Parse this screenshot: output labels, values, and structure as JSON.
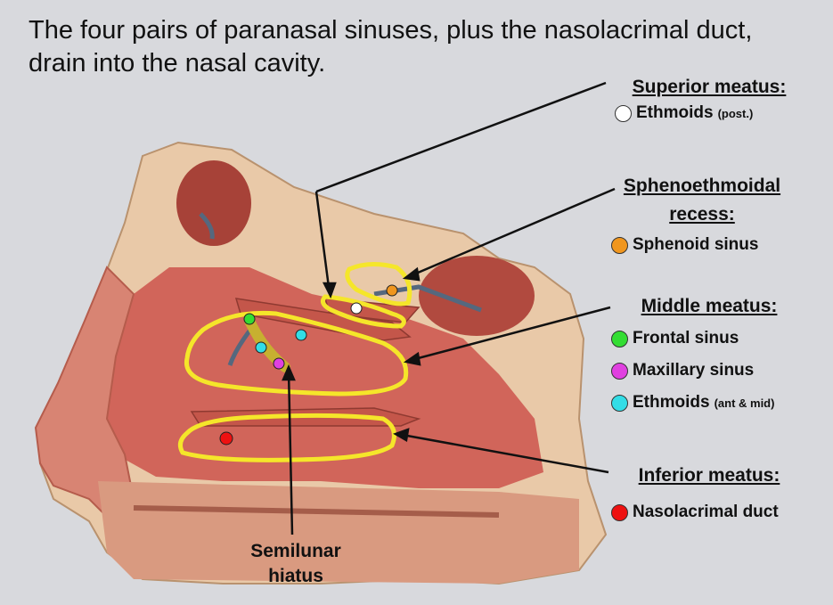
{
  "intro": "The four pairs of paranasal sinuses, plus the nasolacrimal duct, drain into the nasal cavity.",
  "superior": {
    "title": "Superior meatus:",
    "items": [
      {
        "label": "Ethmoids",
        "note": "(post.)",
        "color": "#ffffff"
      }
    ]
  },
  "spheno": {
    "title_line1": "Sphenoethmoidal",
    "title_line2": "recess:",
    "items": [
      {
        "label": "Sphenoid sinus",
        "note": "",
        "color": "#f0961e"
      }
    ]
  },
  "middle": {
    "title": "Middle meatus:",
    "items": [
      {
        "label": "Frontal sinus",
        "note": "",
        "color": "#33dd33"
      },
      {
        "label": "Maxillary sinus",
        "note": "",
        "color": "#e040e0"
      },
      {
        "label": "Ethmoids",
        "note": "(ant & mid)",
        "color": "#33dde6"
      }
    ]
  },
  "inferior": {
    "title": "Inferior meatus:",
    "items": [
      {
        "label": "Nasolacrimal duct",
        "note": "",
        "color": "#ee1111"
      }
    ]
  },
  "semilunar": {
    "line1": "Semilunar",
    "line2": "hiatus"
  },
  "colors": {
    "highlight": "#f5e62a",
    "background": "#d8d9dd",
    "tissue": "#c9574e"
  }
}
